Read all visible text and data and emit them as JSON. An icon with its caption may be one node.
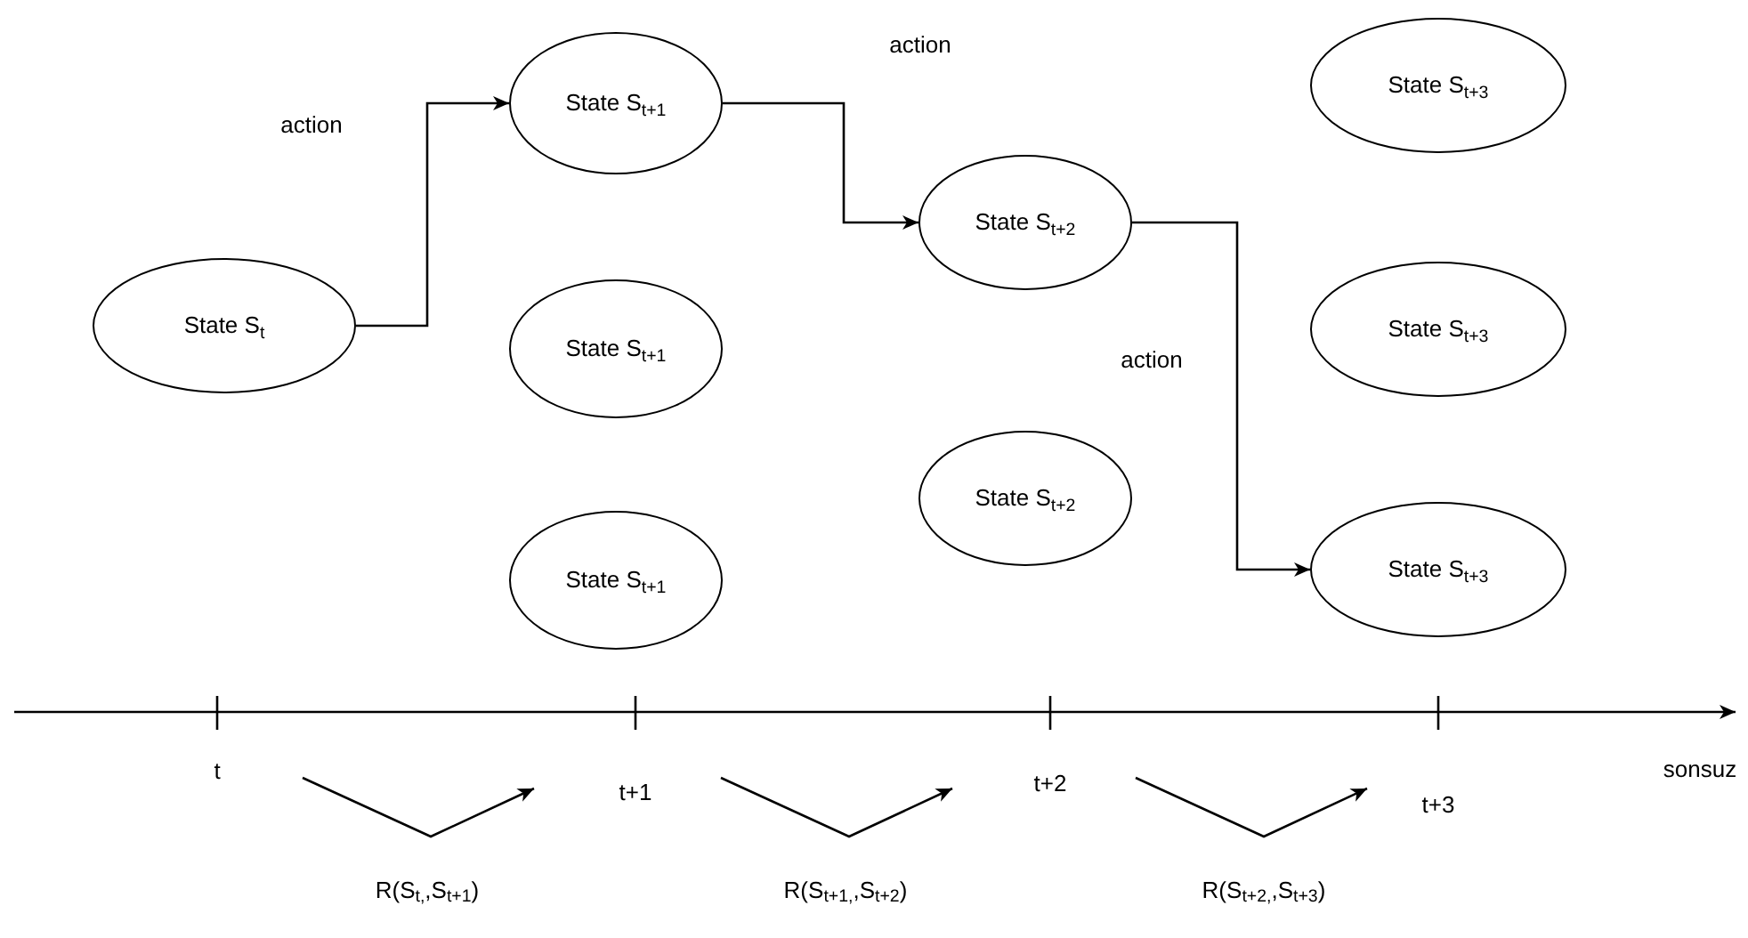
{
  "diagram": {
    "nodes": [
      {
        "text": [
          "State S$_{t}$"
        ]
      },
      {
        "text": [
          "State S$_{t+1}$"
        ]
      },
      {
        "text": [
          "State S$_{t+1}$"
        ]
      },
      {
        "text": [
          "State S$_{t+1}$"
        ]
      },
      {
        "text": [
          "State S$_{t+2}$"
        ]
      },
      {
        "text": [
          "State S$_{t+2}$"
        ]
      },
      {
        "text": [
          "State S$_{t+3}$"
        ]
      },
      {
        "text": [
          "State S$_{t+3}$"
        ]
      },
      {
        "text": [
          "State S$_{t+3}$"
        ]
      }
    ],
    "edges": [
      {
        "from": 0,
        "to": 1,
        "arrow": "to",
        "label": "action"
      },
      {
        "from": 1,
        "to": 4,
        "arrow": "to",
        "label": "action"
      },
      {
        "from": 4,
        "to": 8,
        "arrow": "to",
        "label": "action"
      }
    ],
    "labels": [
      "t",
      "t+1",
      "t+2",
      "t+3",
      "sonsuz",
      "R(S$_{t,}$,S$_{t+1}$)",
      "R(S$_{t+1,}$,S$_{t+2}$)",
      "R(S$_{t+2,}$,S$_{t+3}$)"
    ]
  }
}
